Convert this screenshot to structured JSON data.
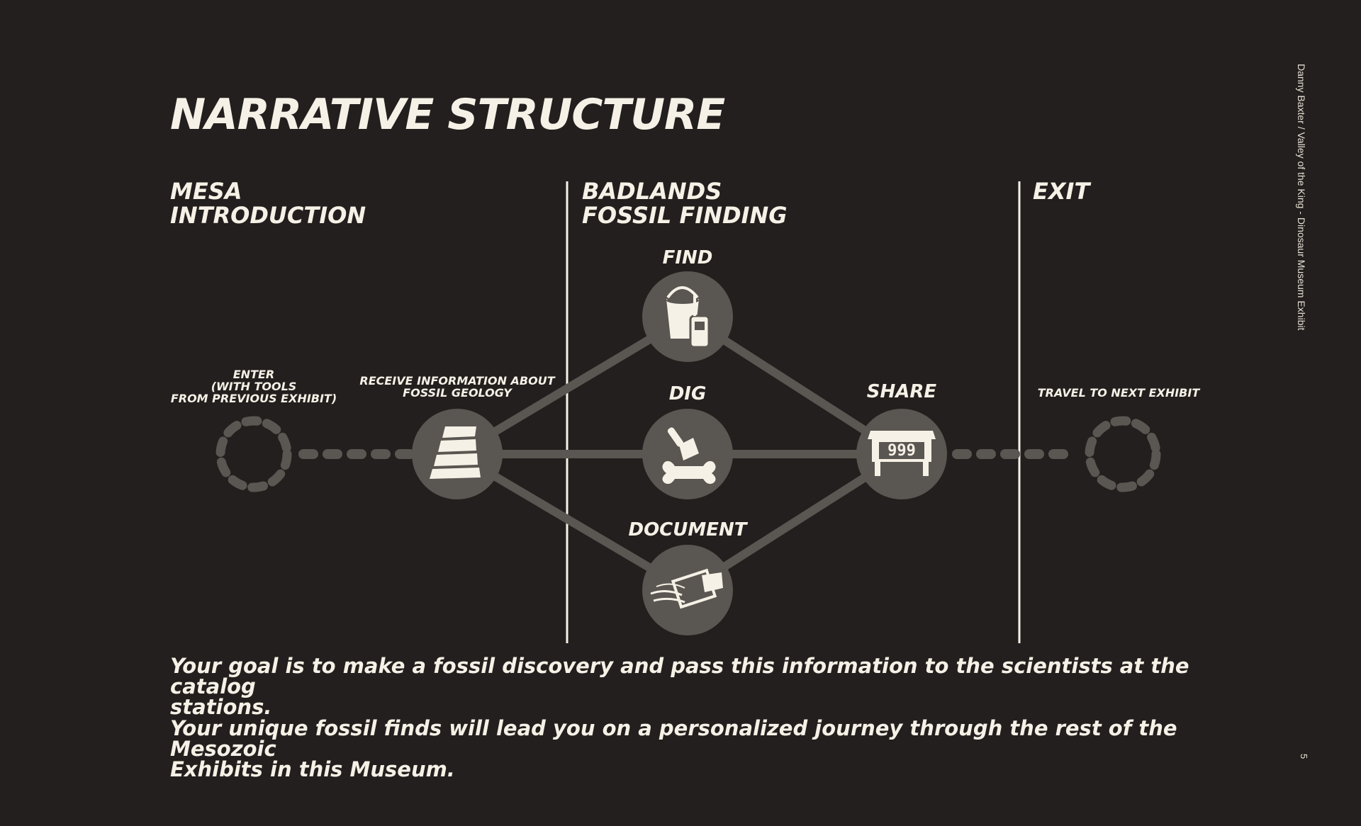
{
  "title": "NARRATIVE STRUCTURE",
  "sections": [
    {
      "line1": "MESA",
      "line2": "INTRODUCTION"
    },
    {
      "line1": "BADLANDS",
      "line2": "FOSSIL FINDING"
    },
    {
      "line1": "EXIT",
      "line2": ""
    }
  ],
  "nodes": {
    "enter": {
      "line1": "ENTER",
      "line2": "(WITH TOOLS",
      "line3": "FROM PREVIOUS EXHIBIT)"
    },
    "receive": {
      "line1": "RECEIVE INFORMATION  ABOUT",
      "line2": "FOSSIL GEOLOGY"
    },
    "find": "FIND",
    "dig": "DIG",
    "document": "DOCUMENT",
    "share": "SHARE",
    "share_sign": "999",
    "travel": "TRAVEL TO NEXT EXHIBIT"
  },
  "goals": [
    {
      "line1": "Your goal is to make a fossil discovery and pass this information to the scientists at the catalog",
      "line2": "stations."
    },
    {
      "line1": "Your unique fossil finds will lead you on a personalized journey through the rest of the Mesozoic",
      "line2": "Exhibits in this Museum."
    }
  ],
  "credit": "Danny Baxter  /  Valley of the King - Dinosaur Museum Exhibit",
  "page_number": "5",
  "colors": {
    "background": "#221f1e",
    "text": "#f6f1e6",
    "node": "#5a5651",
    "connector": "#5a5651"
  },
  "icons": [
    "rock-strata-icon",
    "bucket-radio-icon",
    "brush-bone-icon",
    "clipboard-fossil-icon",
    "catalog-station-icon"
  ]
}
